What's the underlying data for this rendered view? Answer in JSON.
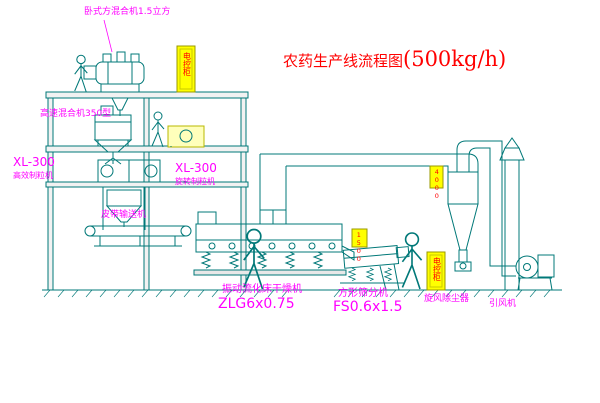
{
  "title": {
    "main": "农药生产线流程图",
    "capacity": "(500kg/h)"
  },
  "labels": {
    "horizontal_mixer": "卧式方混合机1.5立方",
    "high_speed_mixer": "高速混合机350型",
    "granulator_model": "XL-300",
    "granulator_name": "高效制粒机",
    "rotary_granulator_model": "XL-300",
    "rotary_granulator_name": "旋转制粒机",
    "belt_conveyor": "皮带输送机",
    "dryer_name": "振动流化床干燥机",
    "dryer_model": "ZLG6x0.75",
    "sieve_name": "方形筛分机",
    "sieve_model": "FS0.6x1.5",
    "cyclone_name": "旋风除尘器",
    "fan_name": "引风机"
  },
  "cabinets": {
    "top_text": "电控柜",
    "ground_text": "电控柜",
    "feeder_text": "1500",
    "cyclone_text": "4000"
  },
  "colors": {
    "line": "#007878",
    "label": "#FF00FF",
    "title": "#FF0000",
    "cabinet_fill": "#FFFF00"
  }
}
